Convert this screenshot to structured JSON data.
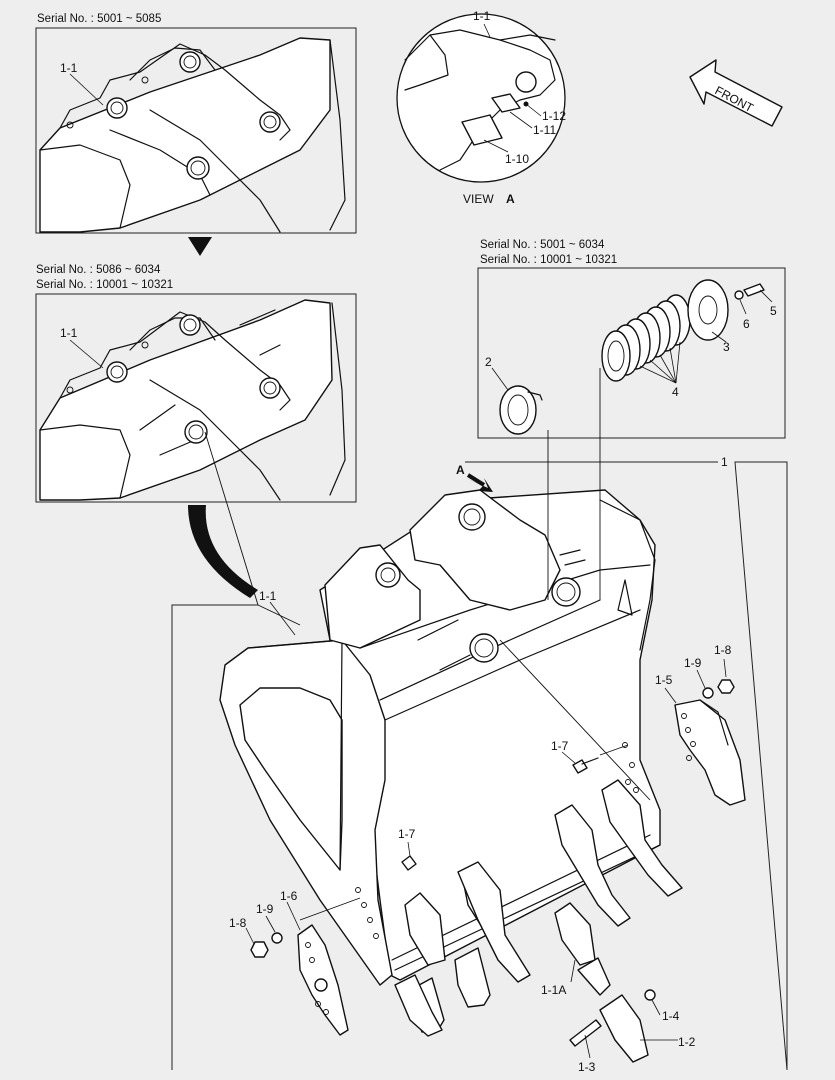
{
  "serial_top": "Serial No. : 5001 ~ 5085",
  "serial_mid": [
    "Serial No. : 5086 ~ 6034",
    "Serial No. : 10001 ~ 10321"
  ],
  "serial_seal": [
    "Serial No. : 5001 ~ 6034",
    "Serial No. : 10001 ~ 10321"
  ],
  "view_label": "VIEW",
  "view_letter": "A",
  "arrow_letter": "A",
  "front_label": "FRONT",
  "labels": {
    "top_1_1": "1-1",
    "mid_1_1": "1-1",
    "view_1_1": "1-1",
    "view_1_12": "1-12",
    "view_1_11": "1-11",
    "view_1_10": "1-10",
    "seal_2": "2",
    "seal_3": "3",
    "seal_4": "4",
    "seal_5": "5",
    "seal_6": "6",
    "main_1": "1",
    "main_1_1": "1-1",
    "r_1_8": "1-8",
    "r_1_9": "1-9",
    "r_1_5": "1-5",
    "r_1_7": "1-7",
    "l_1_7": "1-7",
    "l_1_6": "1-6",
    "l_1_9": "1-9",
    "l_1_8": "1-8",
    "t_1_1a": "1-1A",
    "t_1_4": "1-4",
    "t_1_2": "1-2",
    "t_1_3": "1-3"
  }
}
